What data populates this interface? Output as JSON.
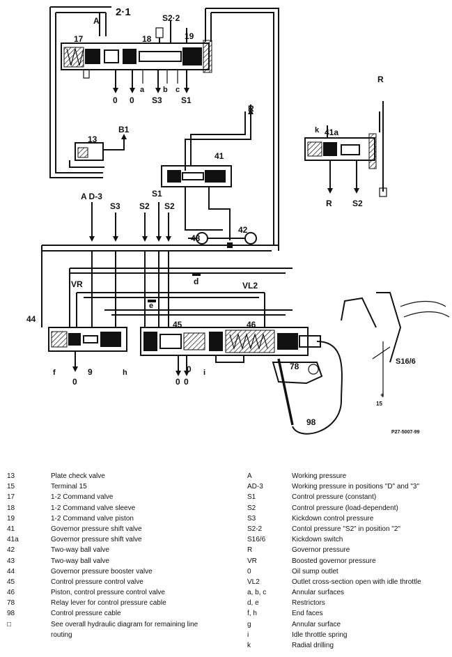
{
  "diagram": {
    "figure_number": "2·1",
    "figure_code": "P27-5007-99",
    "callouts": {
      "c17": "17",
      "c18": "18",
      "c19": "19",
      "cA_top": "A",
      "cS22": "S2·2",
      "c0a": "0",
      "c0b": "0",
      "ca": "a",
      "cS3_top": "S3",
      "cb": "b",
      "cc": "c",
      "cS1_top": "S1",
      "c13": "13",
      "cB1": "B1",
      "cR_mid": "R",
      "c41": "41",
      "cR_right": "R",
      "ck": "k",
      "c41a": "41a",
      "cR_bottom": "R",
      "cS2_right": "S2",
      "cAD3": "A D-3",
      "cS3": "S3",
      "cS2a": "S2",
      "cS1": "S1",
      "cS2b": "S2",
      "c42": "42",
      "c43": "43",
      "cd": "d",
      "cVR": "VR",
      "cVL2": "VL2",
      "c44": "44",
      "ce": "e",
      "c45": "45",
      "c46": "46",
      "cf": "f",
      "c9": "9",
      "ch": "h",
      "c0c": "0",
      "c0d": "0",
      "c0e": "0",
      "c0f": "0",
      "ci": "i",
      "c78": "78",
      "c98": "98",
      "cS166": "S16/6",
      "c15": "15",
      "cplus": "+"
    }
  },
  "legend": {
    "left": [
      {
        "key": "13",
        "desc": "Plate check valve"
      },
      {
        "key": "15",
        "desc": "Terminal 15"
      },
      {
        "key": "17",
        "desc": "1-2 Command valve"
      },
      {
        "key": "18",
        "desc": "1-2 Command valve sleeve"
      },
      {
        "key": "19",
        "desc": "1-2 Command valve piston"
      },
      {
        "key": "41",
        "desc": "Governor pressure shift valve"
      },
      {
        "key": "41a",
        "desc": "Governor pressure shift valve"
      },
      {
        "key": "42",
        "desc": "Two-way ball valve"
      },
      {
        "key": "43",
        "desc": "Two-way ball valve"
      },
      {
        "key": "44",
        "desc": "Governor pressure booster valve"
      },
      {
        "key": "45",
        "desc": "Control pressure control valve"
      },
      {
        "key": "46",
        "desc": "Piston, control pressure control valve"
      },
      {
        "key": "78",
        "desc": "Relay lever for control pressure cable"
      },
      {
        "key": "98",
        "desc": "Control pressure cable"
      },
      {
        "key": "□",
        "desc": "See overall hydraulic diagram for remaining line"
      },
      {
        "key": "",
        "desc": "routing"
      }
    ],
    "right": [
      {
        "key": "A",
        "desc": "Working pressure"
      },
      {
        "key": "AD-3",
        "desc": "Working pressure in positions \"D\" and \"3\""
      },
      {
        "key": "S1",
        "desc": "Control pressure (constant)"
      },
      {
        "key": "S2",
        "desc": "Control pressure (load-dependent)"
      },
      {
        "key": "S3",
        "desc": "Kickdown control pressure"
      },
      {
        "key": "S2-2",
        "desc": "Contol pressure \"S2\" in position \"2\""
      },
      {
        "key": "S16/6",
        "desc": "Kickdown switch"
      },
      {
        "key": "R",
        "desc": "Governor pressure"
      },
      {
        "key": "VR",
        "desc": "Boosted governor pressure"
      },
      {
        "key": "0",
        "desc": "Oil sump outlet"
      },
      {
        "key": "VL2",
        "desc": "Outlet cross-section open with idle throttle"
      },
      {
        "key": "a, b, c",
        "desc": "Annular surfaces"
      },
      {
        "key": "d, e",
        "desc": "Restrictors"
      },
      {
        "key": "f, h",
        "desc": "End faces"
      },
      {
        "key": "g",
        "desc": "Annular surface"
      },
      {
        "key": "i",
        "desc": "Idle throttle spring"
      },
      {
        "key": "k",
        "desc": "Radial drilling"
      }
    ]
  }
}
